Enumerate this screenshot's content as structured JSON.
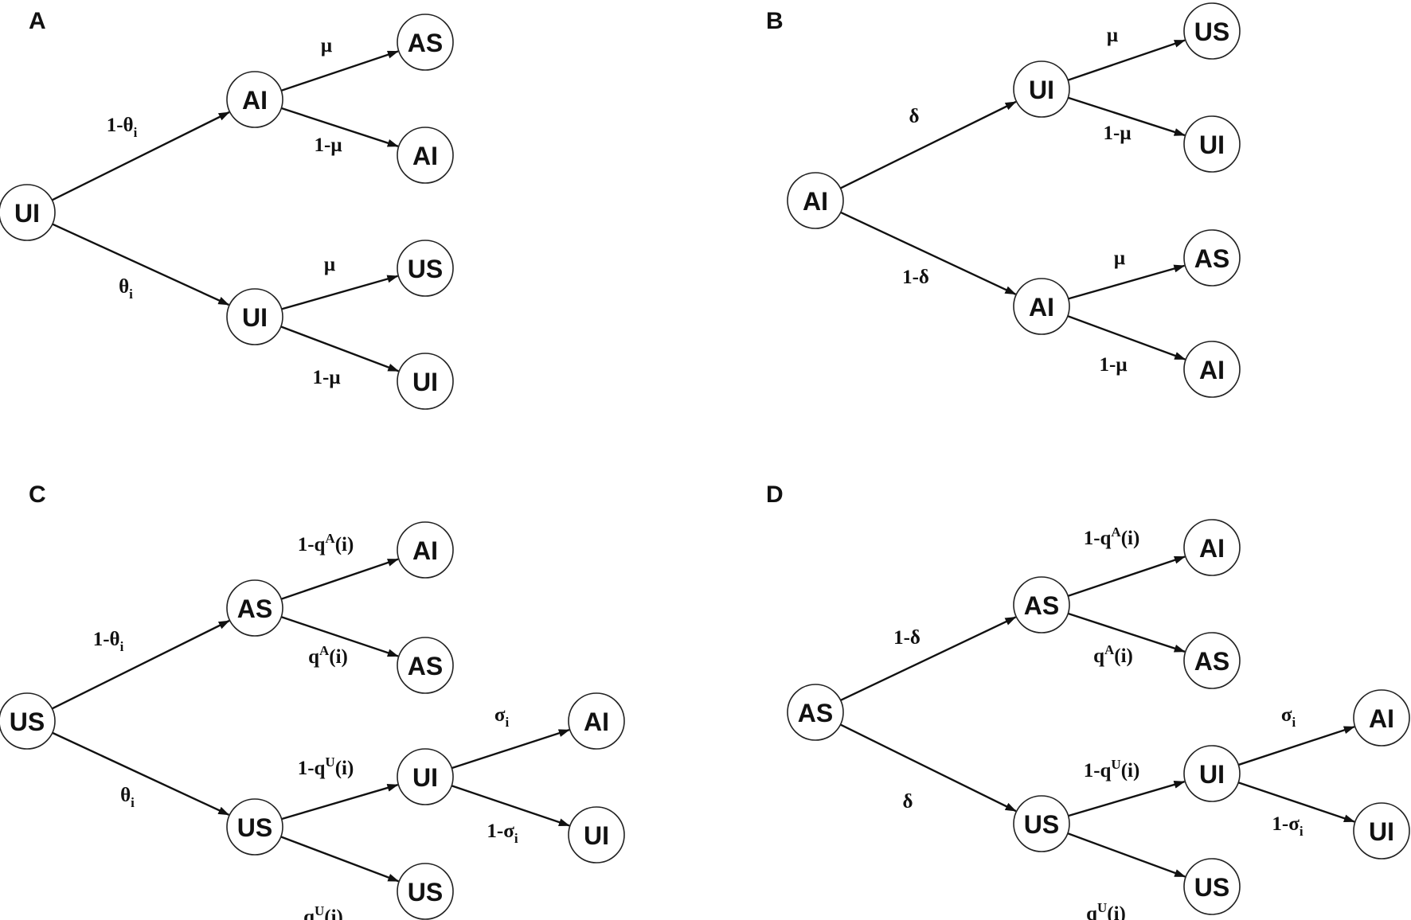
{
  "panels": [
    {
      "id": "A",
      "label": "A",
      "nodes": [
        {
          "id": "root",
          "text": "UI"
        },
        {
          "id": "n1",
          "text": "AI"
        },
        {
          "id": "n2",
          "text": "UI"
        },
        {
          "id": "n1a",
          "text": "AS"
        },
        {
          "id": "n1b",
          "text": "AI"
        },
        {
          "id": "n2a",
          "text": "US"
        },
        {
          "id": "n2b",
          "text": "UI"
        }
      ],
      "edges": [
        {
          "from": "root",
          "to": "n1",
          "label": {
            "main": "1-θ",
            "sub": "i",
            "sup": ""
          }
        },
        {
          "from": "root",
          "to": "n2",
          "label": {
            "main": "θ",
            "sub": "i",
            "sup": ""
          }
        },
        {
          "from": "n1",
          "to": "n1a",
          "label": {
            "main": "μ",
            "sub": "",
            "sup": ""
          }
        },
        {
          "from": "n1",
          "to": "n1b",
          "label": {
            "main": "1-μ",
            "sub": "",
            "sup": ""
          }
        },
        {
          "from": "n2",
          "to": "n2a",
          "label": {
            "main": "μ",
            "sub": "",
            "sup": ""
          }
        },
        {
          "from": "n2",
          "to": "n2b",
          "label": {
            "main": "1-μ",
            "sub": "",
            "sup": ""
          }
        }
      ]
    },
    {
      "id": "B",
      "label": "B",
      "nodes": [
        {
          "id": "root",
          "text": "AI"
        },
        {
          "id": "n1",
          "text": "UI"
        },
        {
          "id": "n2",
          "text": "AI"
        },
        {
          "id": "n1a",
          "text": "US"
        },
        {
          "id": "n1b",
          "text": "UI"
        },
        {
          "id": "n2a",
          "text": "AS"
        },
        {
          "id": "n2b",
          "text": "AI"
        }
      ],
      "edges": [
        {
          "from": "root",
          "to": "n1",
          "label": {
            "main": "δ",
            "sub": "",
            "sup": ""
          }
        },
        {
          "from": "root",
          "to": "n2",
          "label": {
            "main": "1-δ",
            "sub": "",
            "sup": ""
          }
        },
        {
          "from": "n1",
          "to": "n1a",
          "label": {
            "main": "μ",
            "sub": "",
            "sup": ""
          }
        },
        {
          "from": "n1",
          "to": "n1b",
          "label": {
            "main": "1-μ",
            "sub": "",
            "sup": ""
          }
        },
        {
          "from": "n2",
          "to": "n2a",
          "label": {
            "main": "μ",
            "sub": "",
            "sup": ""
          }
        },
        {
          "from": "n2",
          "to": "n2b",
          "label": {
            "main": "1-μ",
            "sub": "",
            "sup": ""
          }
        }
      ]
    },
    {
      "id": "C",
      "label": "C",
      "nodes": [
        {
          "id": "root",
          "text": "US"
        },
        {
          "id": "n1",
          "text": "AS"
        },
        {
          "id": "n2",
          "text": "US"
        },
        {
          "id": "n1a",
          "text": "AI"
        },
        {
          "id": "n1b",
          "text": "AS"
        },
        {
          "id": "n2a",
          "text": "UI"
        },
        {
          "id": "n2b",
          "text": "US"
        },
        {
          "id": "n2a1",
          "text": "AI"
        },
        {
          "id": "n2a2",
          "text": "UI"
        }
      ],
      "edges": [
        {
          "from": "root",
          "to": "n1",
          "label": {
            "main": "1-θ",
            "sub": "i",
            "sup": ""
          }
        },
        {
          "from": "root",
          "to": "n2",
          "label": {
            "main": "θ",
            "sub": "i",
            "sup": ""
          }
        },
        {
          "from": "n1",
          "to": "n1a",
          "label": {
            "main": "1-q",
            "sub": "",
            "sup": "A",
            "tail": "(i)"
          }
        },
        {
          "from": "n1",
          "to": "n1b",
          "label": {
            "main": "q",
            "sub": "",
            "sup": "A",
            "tail": "(i)"
          }
        },
        {
          "from": "n2",
          "to": "n2a",
          "label": {
            "main": "1-q",
            "sub": "",
            "sup": "U",
            "tail": "(i)"
          }
        },
        {
          "from": "n2",
          "to": "n2b",
          "label": {
            "main": "q",
            "sub": "",
            "sup": "U",
            "tail": "(i)"
          }
        },
        {
          "from": "n2a",
          "to": "n2a1",
          "label": {
            "main": "σ",
            "sub": "i",
            "sup": ""
          }
        },
        {
          "from": "n2a",
          "to": "n2a2",
          "label": {
            "main": "1-σ",
            "sub": "i",
            "sup": ""
          }
        }
      ]
    },
    {
      "id": "D",
      "label": "D",
      "nodes": [
        {
          "id": "root",
          "text": "AS"
        },
        {
          "id": "n1",
          "text": "AS"
        },
        {
          "id": "n2",
          "text": "US"
        },
        {
          "id": "n1a",
          "text": "AI"
        },
        {
          "id": "n1b",
          "text": "AS"
        },
        {
          "id": "n2a",
          "text": "UI"
        },
        {
          "id": "n2b",
          "text": "US"
        },
        {
          "id": "n2a1",
          "text": "AI"
        },
        {
          "id": "n2a2",
          "text": "UI"
        }
      ],
      "edges": [
        {
          "from": "root",
          "to": "n1",
          "label": {
            "main": "1-δ",
            "sub": "",
            "sup": ""
          }
        },
        {
          "from": "root",
          "to": "n2",
          "label": {
            "main": "δ",
            "sub": "",
            "sup": ""
          }
        },
        {
          "from": "n1",
          "to": "n1a",
          "label": {
            "main": "1-q",
            "sub": "",
            "sup": "A",
            "tail": "(i)"
          }
        },
        {
          "from": "n1",
          "to": "n1b",
          "label": {
            "main": "q",
            "sub": "",
            "sup": "A",
            "tail": "(i)"
          }
        },
        {
          "from": "n2",
          "to": "n2a",
          "label": {
            "main": "1-q",
            "sub": "",
            "sup": "U",
            "tail": "(i)"
          }
        },
        {
          "from": "n2",
          "to": "n2b",
          "label": {
            "main": "q",
            "sub": "",
            "sup": "U",
            "tail": "(i)"
          }
        },
        {
          "from": "n2a",
          "to": "n2a1",
          "label": {
            "main": "σ",
            "sub": "i",
            "sup": ""
          }
        },
        {
          "from": "n2a",
          "to": "n2a2",
          "label": {
            "main": "1-σ",
            "sub": "i",
            "sup": ""
          }
        }
      ]
    }
  ]
}
